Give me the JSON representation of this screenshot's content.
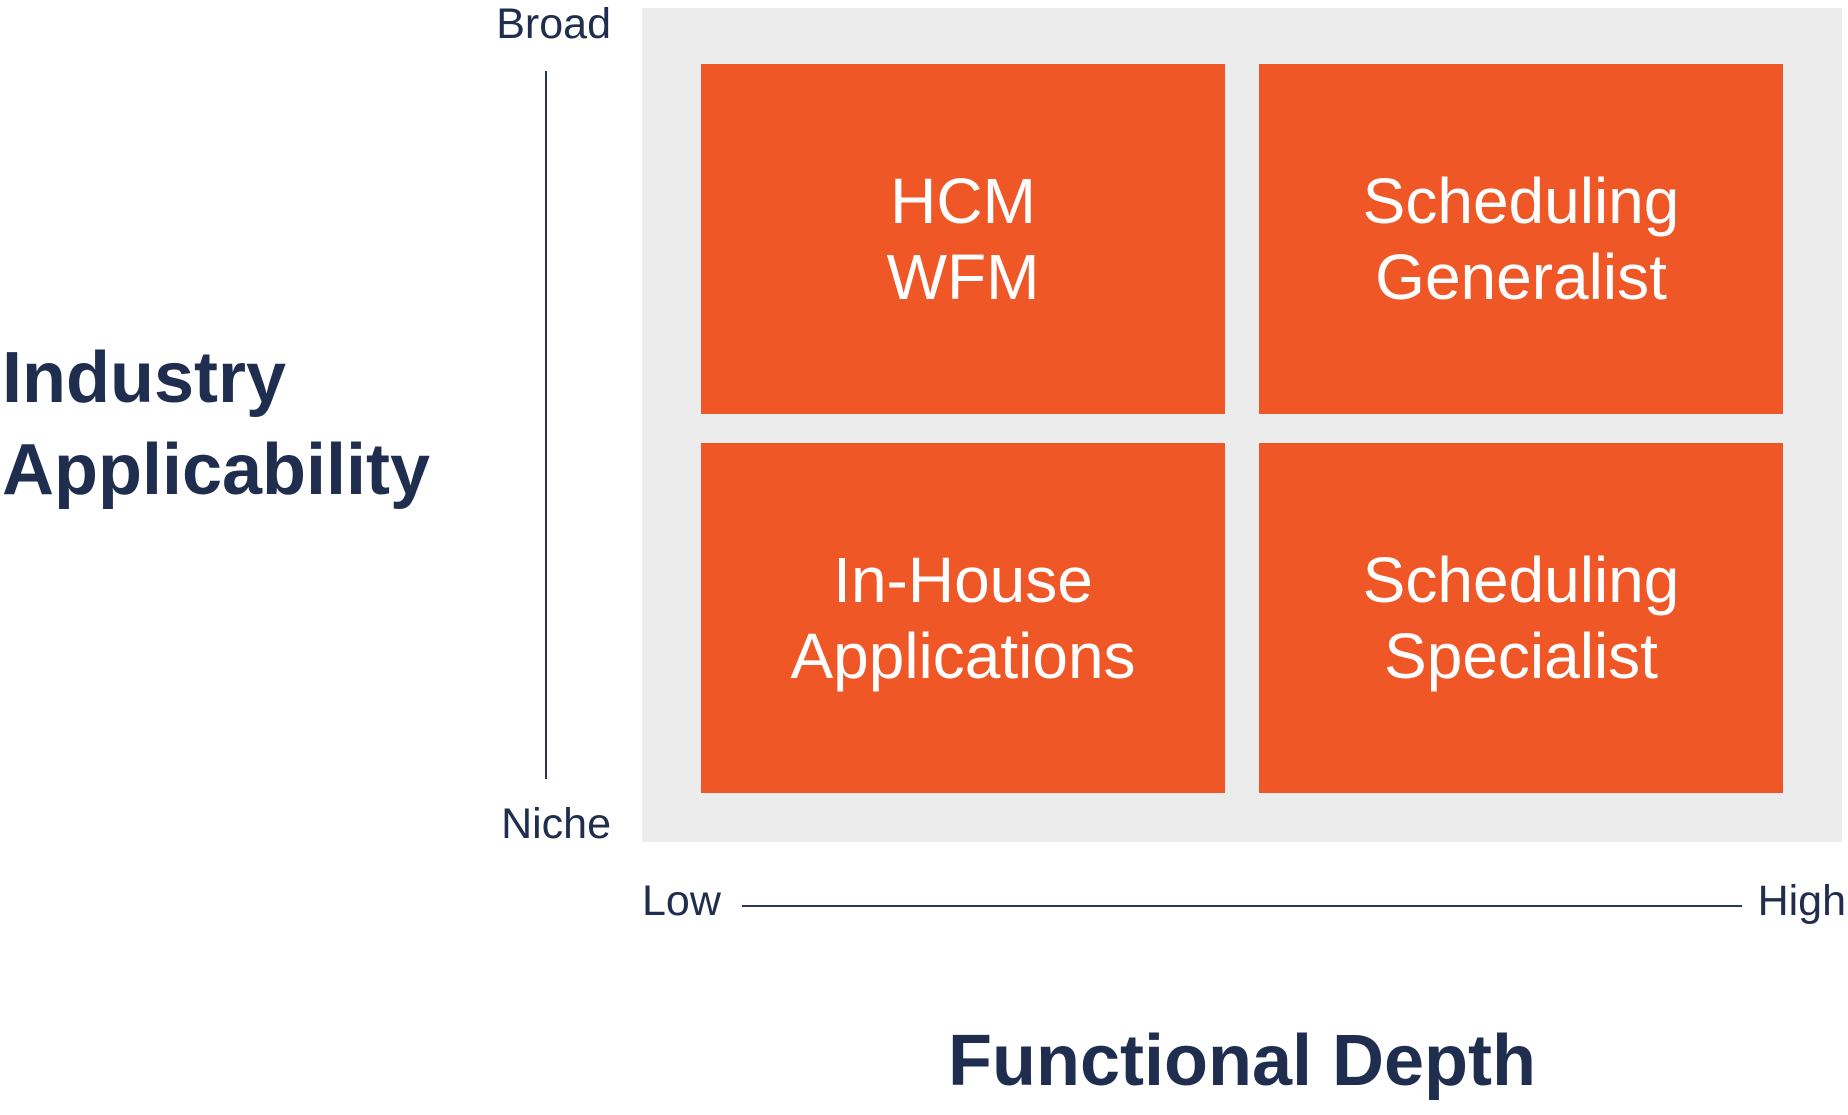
{
  "y_axis": {
    "title_lines": [
      "Industry",
      "Applicability"
    ],
    "top_label": "Broad",
    "bottom_label": "Niche"
  },
  "x_axis": {
    "title": "Functional Depth",
    "left_label": "Low",
    "right_label": "High"
  },
  "quadrants": [
    {
      "position": "top-left",
      "lines": [
        "HCM",
        "WFM"
      ]
    },
    {
      "position": "top-right",
      "lines": [
        "Scheduling",
        "Generalist"
      ]
    },
    {
      "position": "bottom-left",
      "lines": [
        "In-House",
        "Applications"
      ]
    },
    {
      "position": "bottom-right",
      "lines": [
        "Scheduling",
        "Specialist"
      ]
    }
  ],
  "colors": {
    "quadrant_fill": "#ef5727",
    "matrix_background": "#ececec",
    "text_dark": "#1f2d4e",
    "quadrant_text": "#ffffff"
  }
}
